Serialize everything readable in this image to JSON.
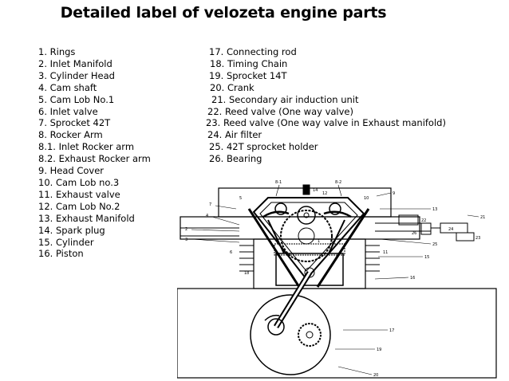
{
  "title": "Detailed label of velozeta engine parts",
  "parts_left": [
    "1. Rings",
    "2. Inlet Manifold",
    "3. Cylinder Head",
    "4. Cam shaft",
    "5. Cam Lob No.1",
    "6. Inlet valve",
    "7. Sprocket 42T",
    "8. Rocker Arm",
    "8.1. Inlet Rocker arm",
    "8.2. Exhaust Rocker arm",
    "9. Head Cover",
    "10.  Cam Lob no.3",
    "11.  Exhaust valve",
    "12.  Cam Lob No.2",
    "13.  Exhaust Manifold",
    "14.  Spark plug",
    "15.  Cylinder",
    "16.  Piston"
  ],
  "parts_right": [
    "17.  Connecting rod",
    "18.  Timing Chain",
    "19.  Sprocket 14T",
    "20.  Crank",
    "21.  Secondary air induction unit",
    "22.  Reed valve (One way valve)",
    "23.  Reed valve (One way valve in Exhaust manifold)",
    "24.  Air filter",
    "25.  42T sprocket holder",
    "26.  Bearing"
  ],
  "right_offsets": [
    3,
    4,
    3,
    4,
    6,
    1,
    -1,
    1,
    3,
    3
  ],
  "diagram_labels": {
    "l81": "8-1",
    "l82": "8-2",
    "l1": "1",
    "l2": "2",
    "l3": "3",
    "l4": "4",
    "l5": "5",
    "l6": "6",
    "l7": "7",
    "l9": "9",
    "l10": "10",
    "l11": "11",
    "l12": "12",
    "l13": "13",
    "l14": "14",
    "l15": "15",
    "l16": "16",
    "l17": "17",
    "l18": "18",
    "l19": "19",
    "l20": "20",
    "l21": "21",
    "l22": "22",
    "l23": "23",
    "l24": "24",
    "l25": "25",
    "l26": "26"
  }
}
